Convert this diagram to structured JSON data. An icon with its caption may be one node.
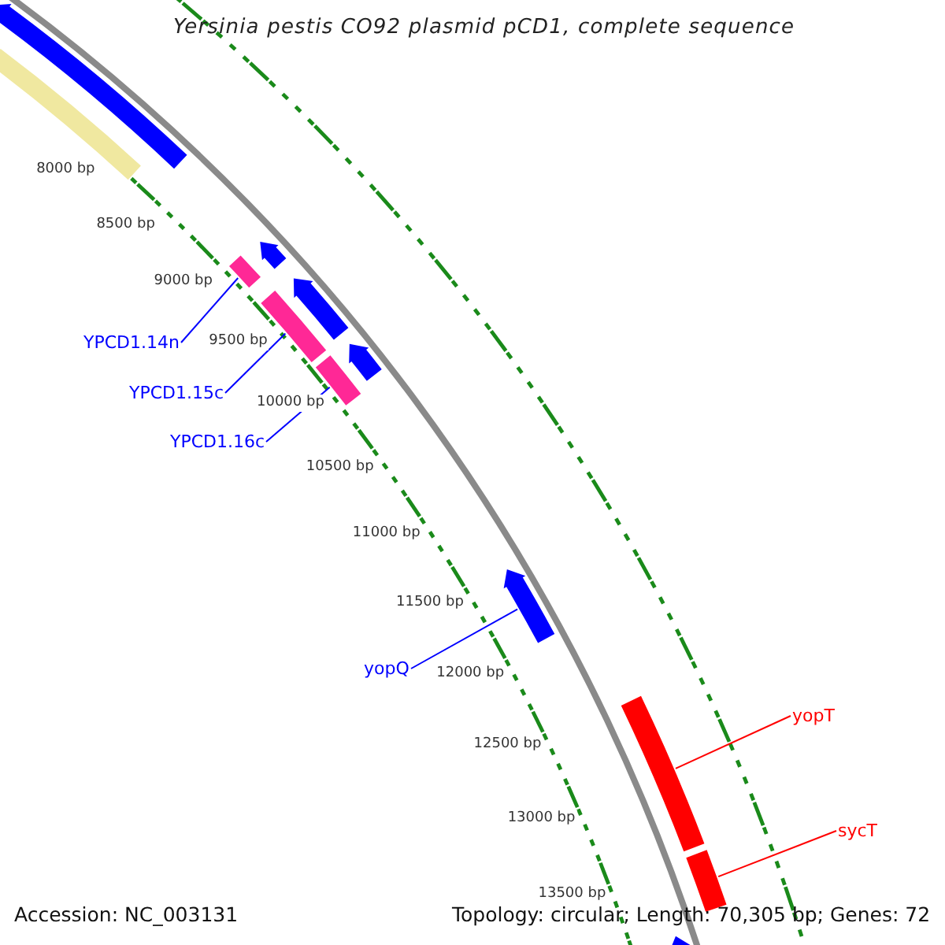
{
  "diagram": {
    "title": "Yersinia pestis CO92 plasmid pCD1, complete sequence",
    "nodes": [
      {
        "text": [
          "YPCD1.14n"
        ]
      },
      {
        "text": [],
        "shape": "bar"
      },
      {
        "text": [
          "YPCD1.15c"
        ]
      },
      {
        "text": [],
        "shape": "bar"
      },
      {
        "text": [
          "YPCD1.16c"
        ]
      },
      {
        "text": [],
        "shape": "bar"
      },
      {
        "text": [
          "yopQ"
        ]
      },
      {
        "text": [],
        "shape": "bar"
      },
      {
        "text": [
          "yopT"
        ]
      },
      {
        "text": [],
        "shape": "bar"
      },
      {
        "text": [
          "sycT"
        ]
      },
      {
        "text": [],
        "shape": "bar"
      },
      {
        "text": [],
        "shape": "bar"
      },
      {
        "text": [],
        "shape": "bar"
      },
      {
        "text": [],
        "shape": "bar"
      },
      {
        "text": [],
        "shape": "bar"
      },
      {
        "text": [],
        "shape": "bar"
      },
      {
        "text": [],
        "shape": "bar"
      }
    ],
    "edges": [
      {
        "from": 0,
        "to": 1,
        "arrow": "none"
      },
      {
        "from": 2,
        "to": 3,
        "arrow": "none"
      },
      {
        "from": 4,
        "to": 5,
        "arrow": "none"
      },
      {
        "from": 6,
        "to": 7,
        "arrow": "none"
      },
      {
        "from": 8,
        "to": 9,
        "arrow": "none",
        "color": "#ff0000"
      },
      {
        "from": 10,
        "to": 11,
        "arrow": "none",
        "color": "#ff0000"
      }
    ],
    "labels": [
      "8000 bp",
      "8500 bp",
      "9000 bp",
      "9500 bp",
      "10000 bp",
      "10500 bp",
      "11000 bp",
      "11500 bp",
      "12000 bp",
      "12500 bp",
      "13000 bp",
      "13500 bp",
      "Accession: NC_003131",
      "Topology: circular; Length: 70,305 bp; Genes: 72"
    ]
  }
}
